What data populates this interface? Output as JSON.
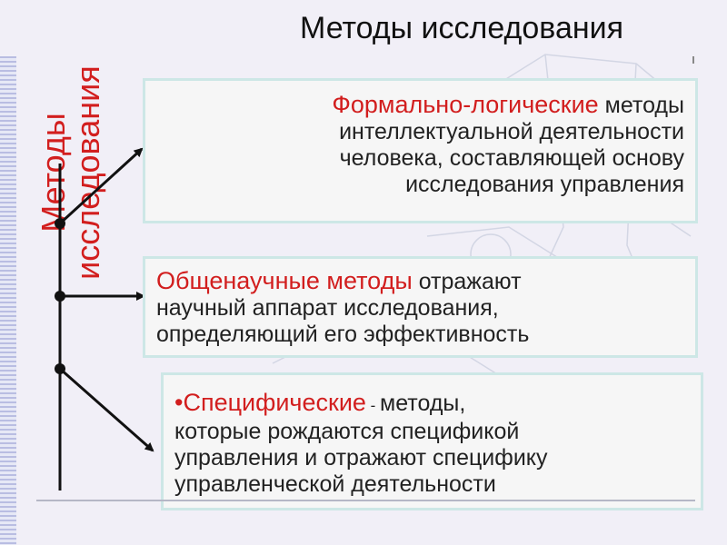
{
  "slide": {
    "title": "Методы исследования",
    "vertical_title_line1": "Методы",
    "vertical_title_line2": "исследования"
  },
  "blocks": [
    {
      "heading": "Формально-логические",
      "rest": " методы",
      "lines": [
        "интеллектуальной деятельности",
        "человека, составляющей основу",
        "исследования управления"
      ]
    },
    {
      "heading": "Общенаучные методы",
      "rest": " отражают",
      "lines": [
        "научный аппарат исследования,",
        "определяющий его эффективность"
      ]
    },
    {
      "bullet": "•",
      "heading": "Специфические",
      "dash": " - ",
      "rest": "методы,",
      "lines": [
        "которые рождаются спецификой",
        "управления и отражают специфику",
        "управленческой деятельности"
      ]
    }
  ],
  "colors": {
    "accent_red": "#d21e1e",
    "text": "#222222",
    "box_border": "#cde7e6",
    "box_fill": "#f6f6f6",
    "background": "#f1eff7"
  }
}
